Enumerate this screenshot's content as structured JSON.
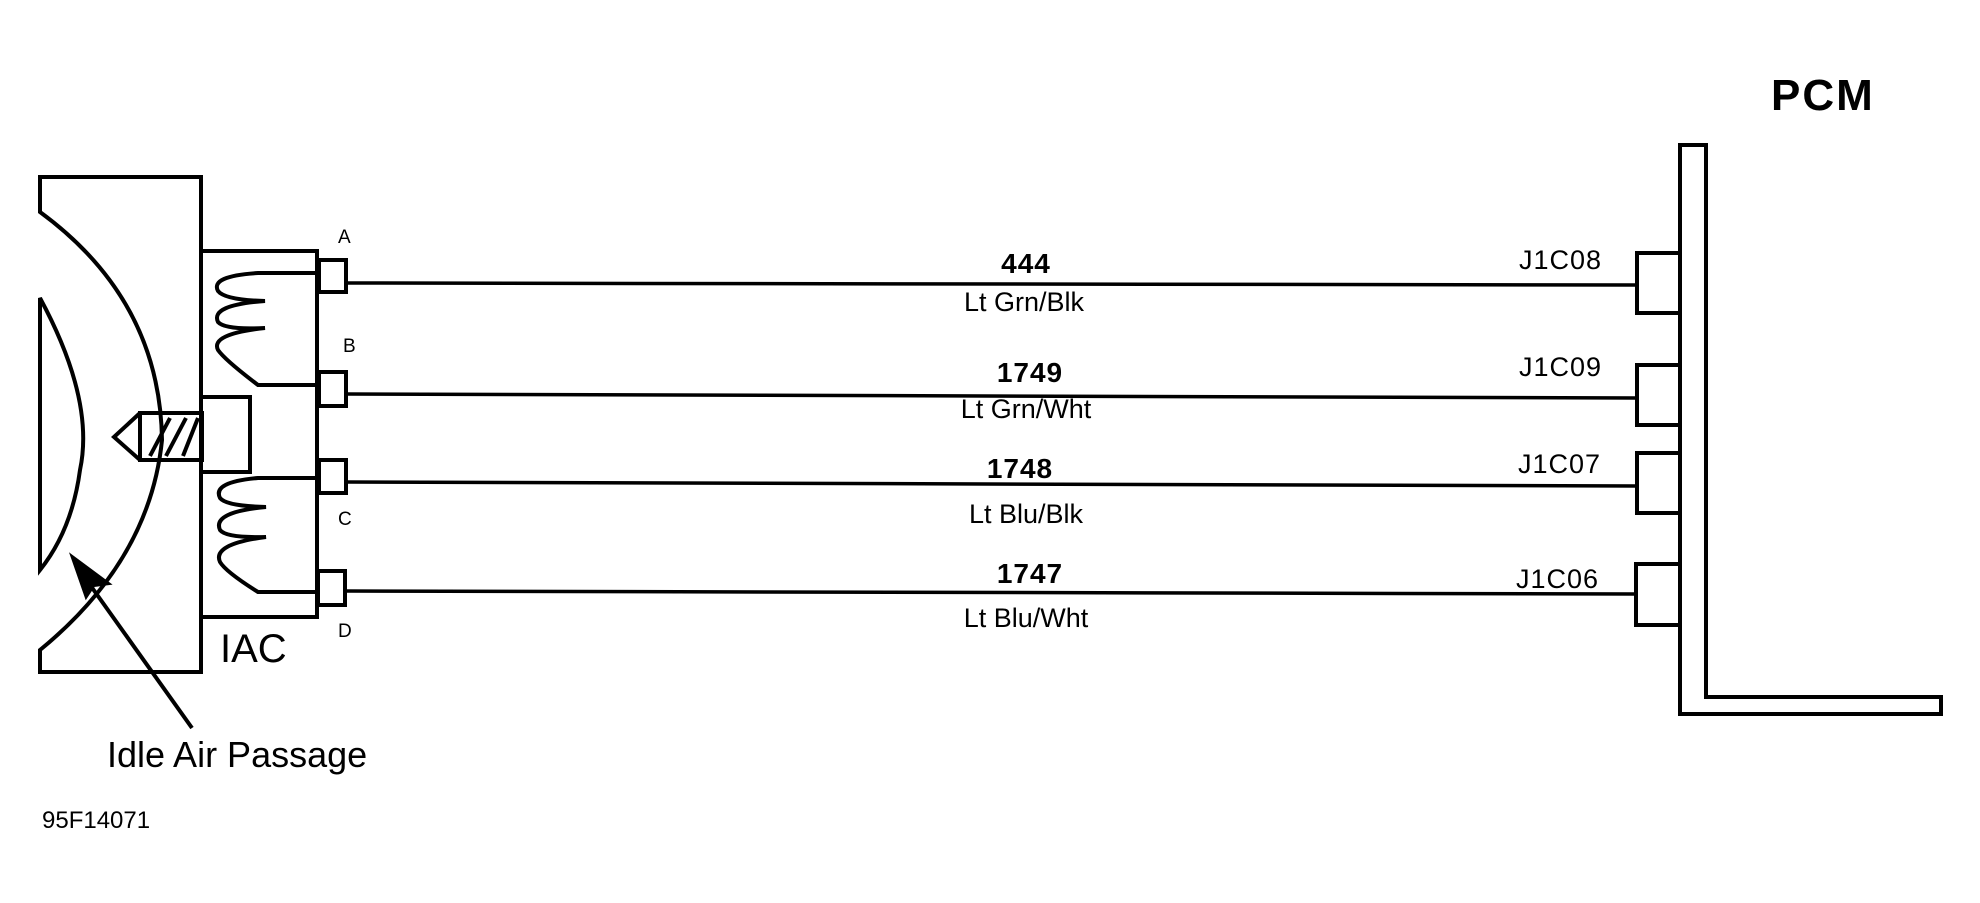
{
  "diagram": {
    "module_title": "PCM",
    "component_label": "IAC",
    "callout_label": "Idle Air Passage",
    "figure_id": "95F14071",
    "stroke_color": "#000000",
    "background_color": "#ffffff"
  },
  "iac_pins": [
    {
      "label": "A"
    },
    {
      "label": "B"
    },
    {
      "label": "C"
    },
    {
      "label": "D"
    }
  ],
  "circuits": [
    {
      "iac_pin": "A",
      "circuit_number": "444",
      "wire_color": "Lt Grn/Blk",
      "pcm_terminal": "J1C08"
    },
    {
      "iac_pin": "B",
      "circuit_number": "1749",
      "wire_color": "Lt Grn/Wht",
      "pcm_terminal": "J1C09"
    },
    {
      "iac_pin": "C",
      "circuit_number": "1748",
      "wire_color": "Lt Blu/Blk",
      "pcm_terminal": "J1C07"
    },
    {
      "iac_pin": "D",
      "circuit_number": "1747",
      "wire_color": "Lt Blu/Wht",
      "pcm_terminal": "J1C06"
    }
  ]
}
